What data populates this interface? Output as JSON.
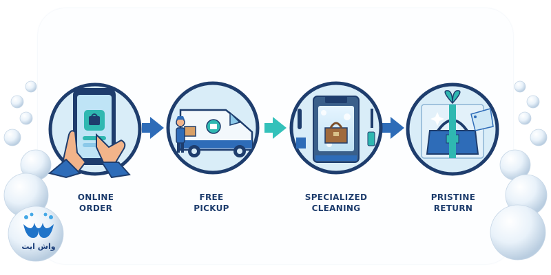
{
  "steps": [
    {
      "label": "ONLINE\nORDER",
      "icon": "smartphone-order-icon"
    },
    {
      "label": "FREE\nPICKUP",
      "icon": "delivery-van-icon"
    },
    {
      "label": "SPECIALIZED\nCLEANING",
      "icon": "cleaning-chamber-icon"
    },
    {
      "label": "PRISTINE\nRETURN",
      "icon": "wrapped-bag-icon"
    }
  ],
  "brand": {
    "name": "واش ایت",
    "logo_icon": "water-splash-logo-icon"
  },
  "colors": {
    "navy": "#1e3d6d",
    "blue": "#2e6cb8",
    "light_blue": "#d7ebf7",
    "teal": "#2fb8b1",
    "arrow_blue": "#2e6cb8",
    "arrow_teal": "#34c1ba"
  }
}
